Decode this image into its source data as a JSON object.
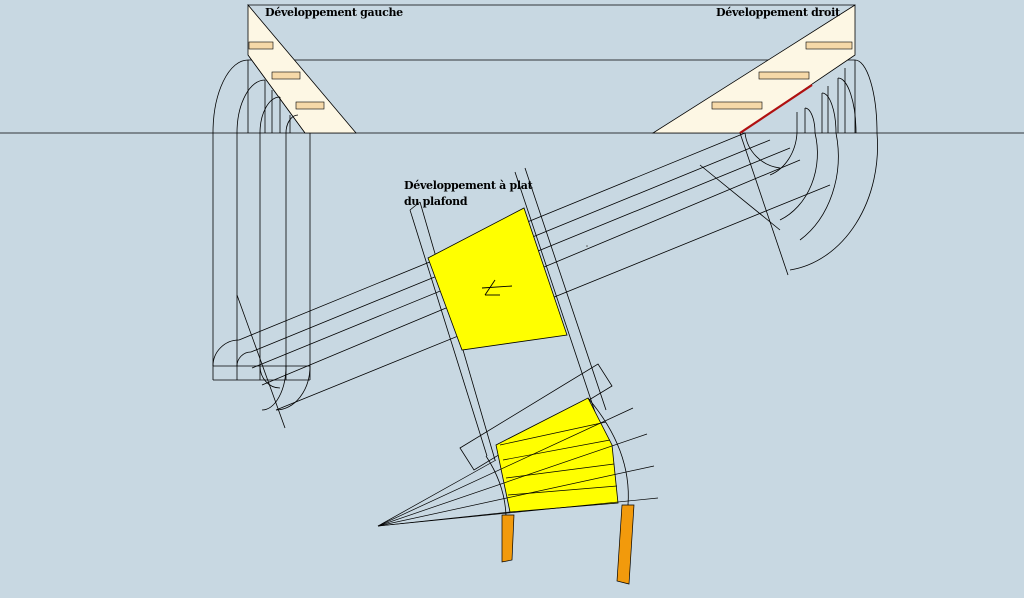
{
  "labels": {
    "left_development": "Développement gauche",
    "right_development": "Développement droit",
    "flat_ceiling_line1": "Développement à plat",
    "flat_ceiling_line2": "du plafond"
  },
  "colors": {
    "background": "#c8d8e2",
    "panel_fill": "#fdf7e4",
    "tread_fill": "#f6d9a8",
    "highlight_fill": "#ffff00",
    "stringer_fill": "#f29a0c",
    "accent_line": "#b01010",
    "line": "#000000"
  }
}
